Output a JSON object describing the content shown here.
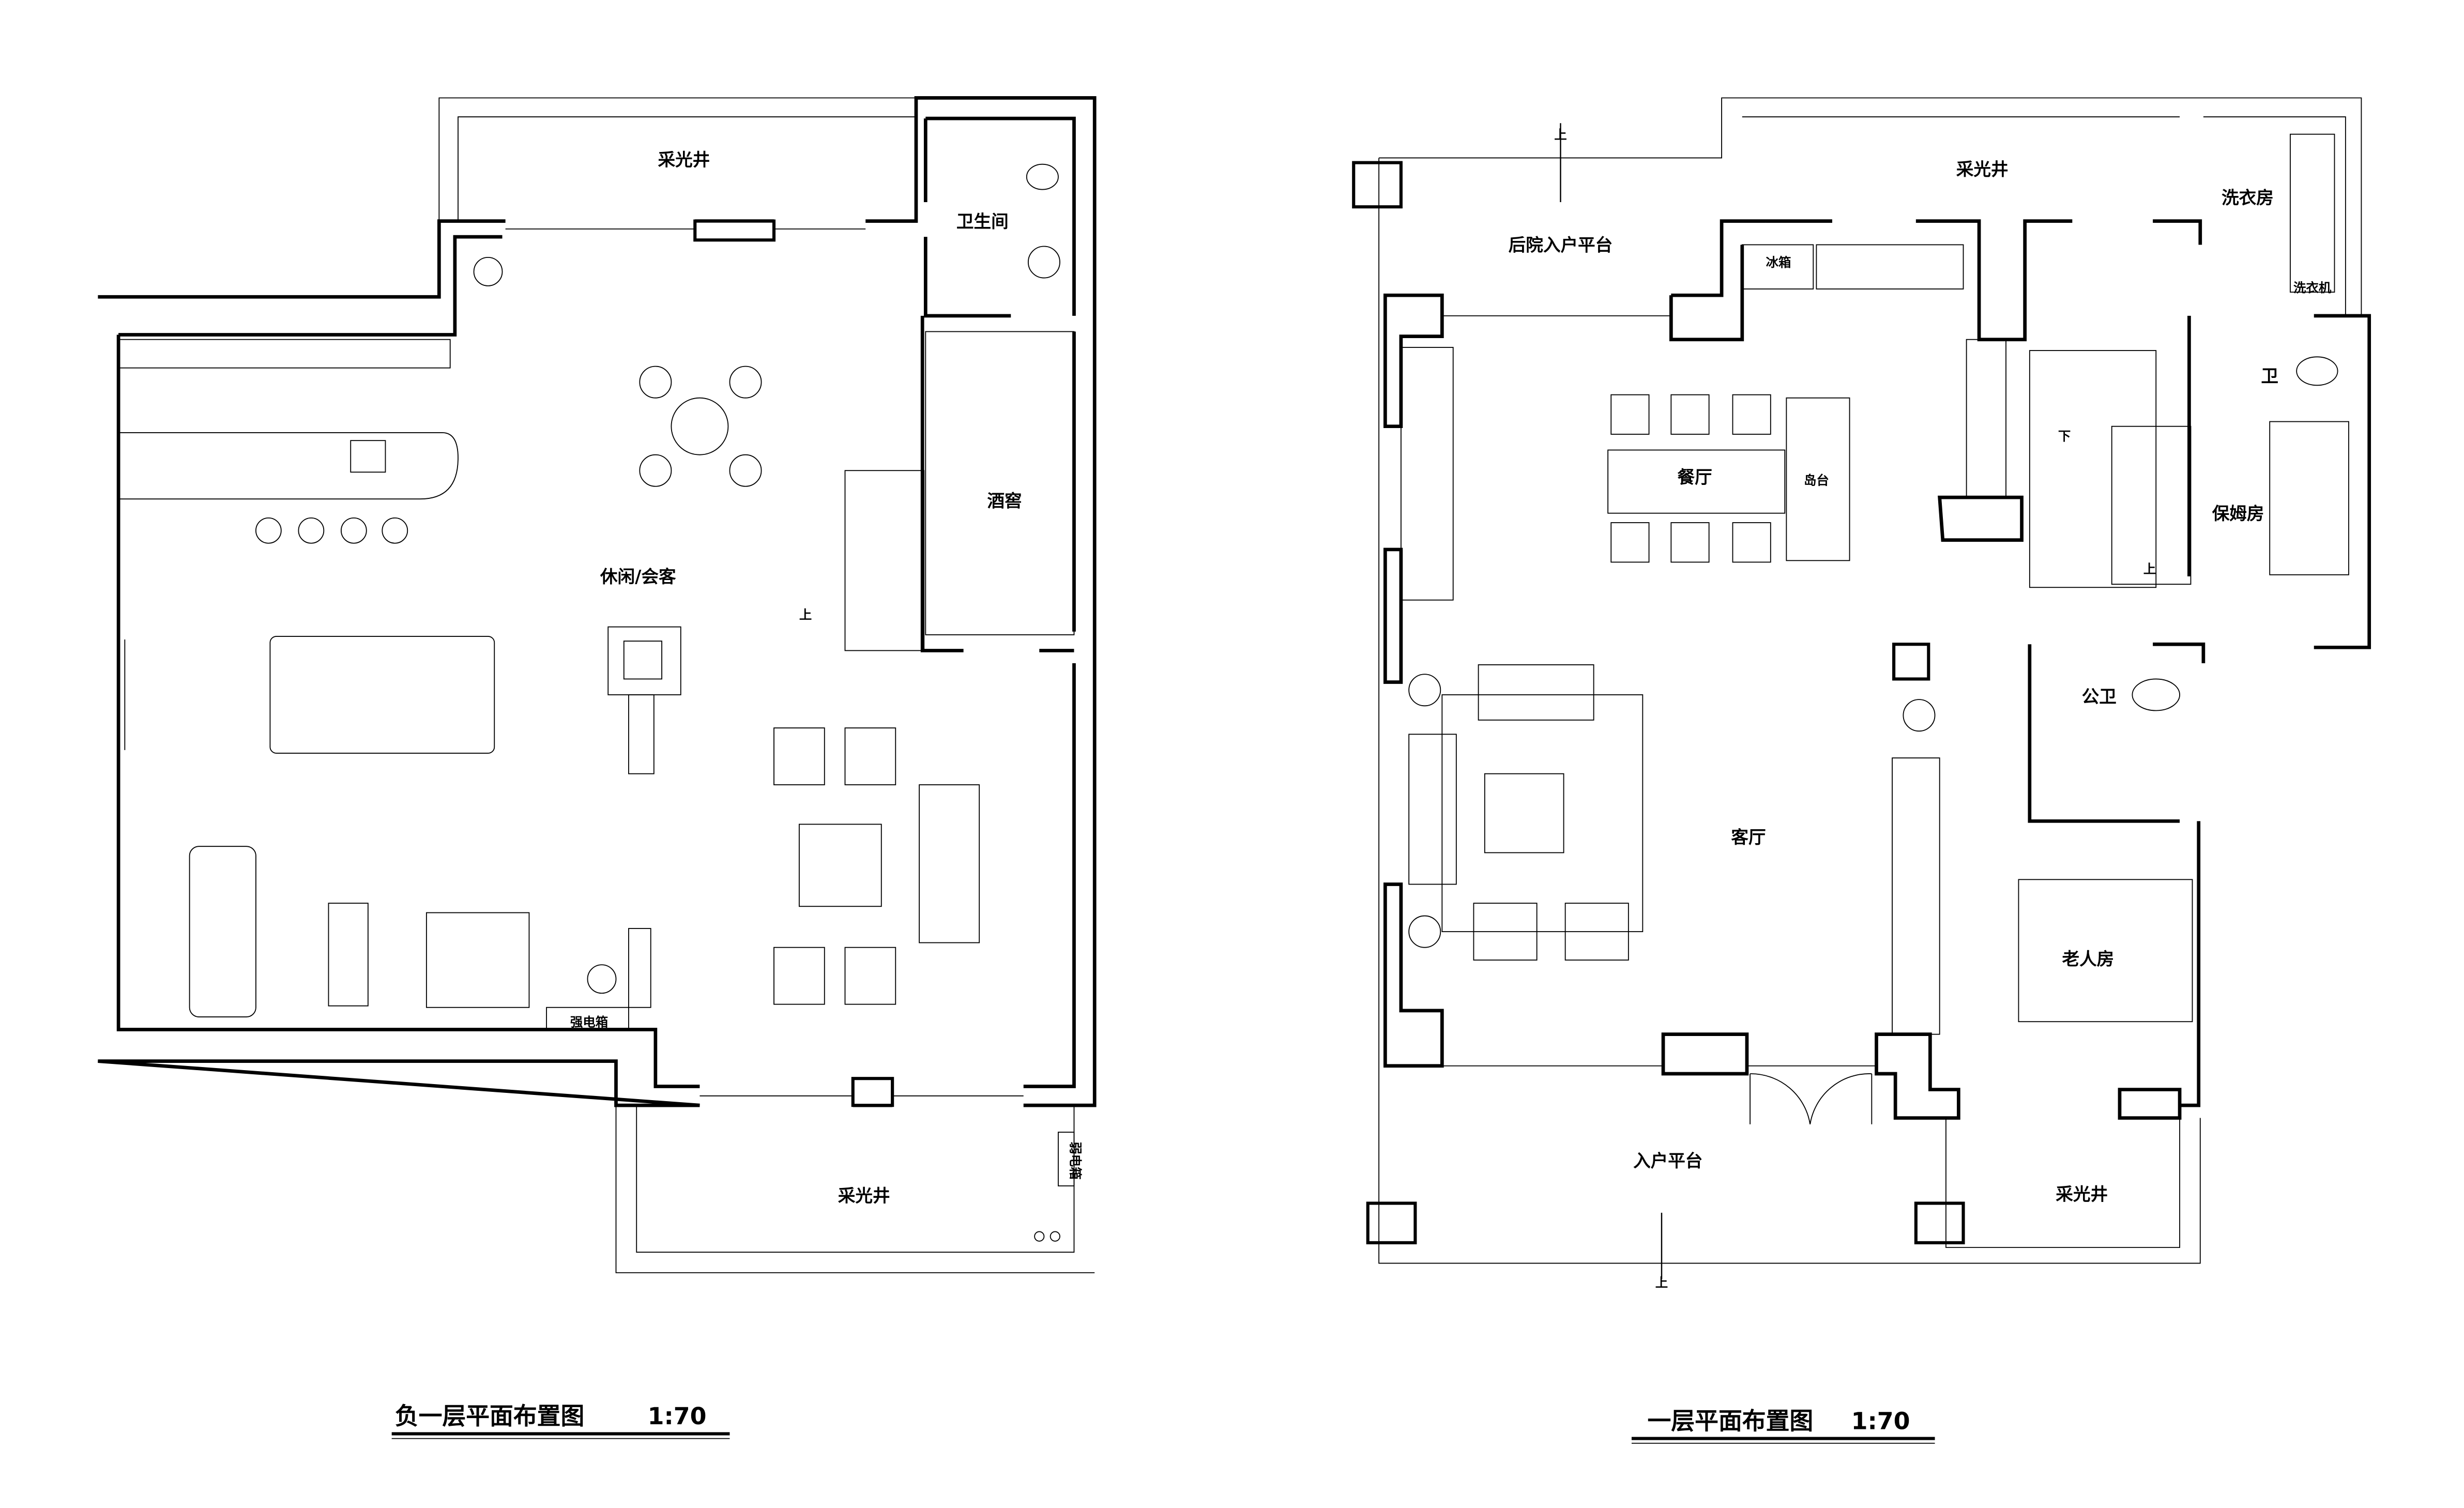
{
  "basement": {
    "title": "负一层平面布置图",
    "scale": "1:70",
    "rooms": {
      "lightwell_top": "采光井",
      "bathroom": "卫生间",
      "wine_cellar": "酒窖",
      "lounge": "休闲/会客",
      "lightwell_bottom": "采光井",
      "power_box": "强电箱",
      "weak_box": "弱电箱"
    },
    "stair_up": "上"
  },
  "ground": {
    "title": "一层平面布置图",
    "scale": "1:70",
    "rooms": {
      "back_platform": "后院入户平台",
      "lightwell_top": "采光井",
      "laundry": "洗衣房",
      "washer": "洗衣机",
      "fridge": "冰箱",
      "wc": "卫",
      "nanny_room": "保姆房",
      "dining": "餐厅",
      "island": "岛台",
      "living": "客厅",
      "public_wc": "公卫",
      "elder_room": "老人房",
      "entry_platform": "入户平台",
      "lightwell_bottom": "采光井"
    },
    "stair_up": "上",
    "stair_down": "下"
  }
}
